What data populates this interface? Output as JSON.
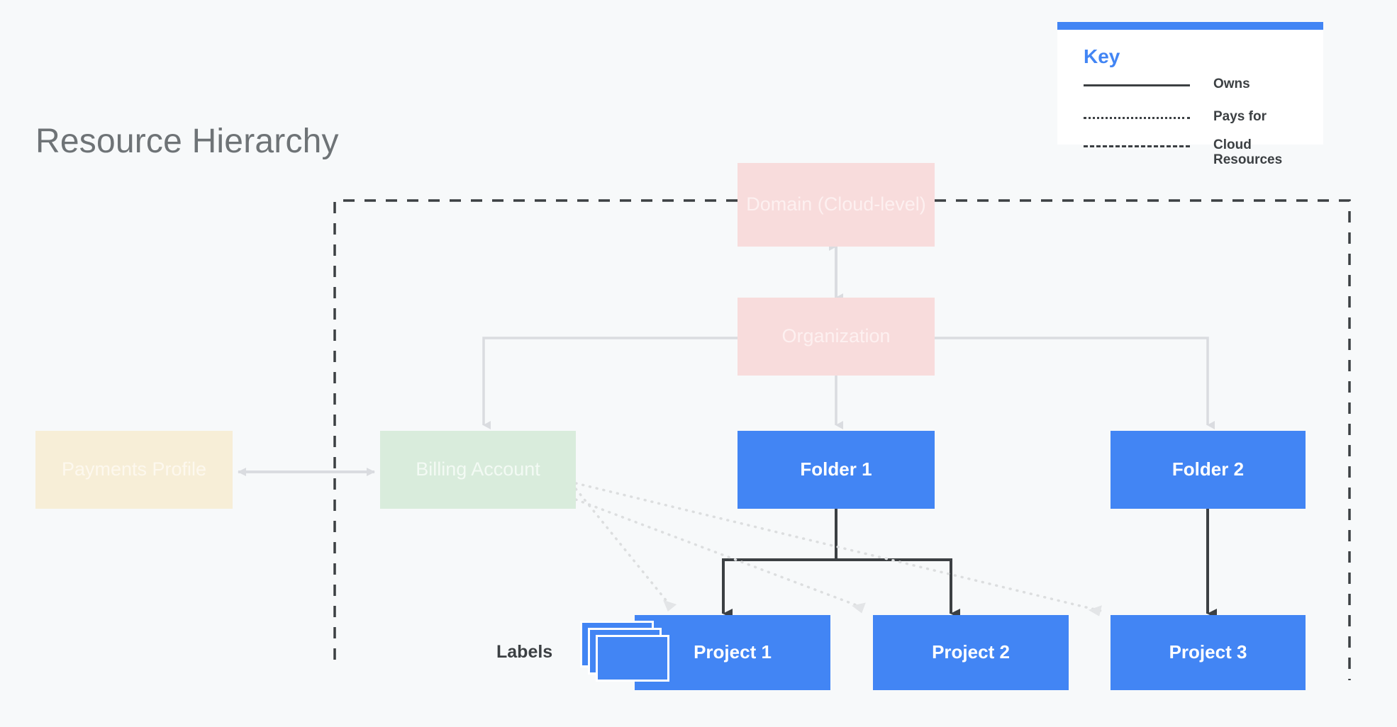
{
  "page": {
    "title": "Resource Hierarchy",
    "background_color": "#f7f9fa"
  },
  "colors": {
    "accent_blue": "#4285f4",
    "node_blue": "#4285f4",
    "node_pink": "#f8dcdc",
    "node_cream": "#f7eed7",
    "node_green": "#d9ecdc",
    "title_gray": "#6e7376",
    "edge_dark": "#3c4043",
    "edge_light": "#dadce0"
  },
  "key": {
    "title": "Key",
    "rows": [
      {
        "label": "Owns",
        "style": "solid"
      },
      {
        "label": "Pays for",
        "style": "dotted"
      },
      {
        "label": "Cloud\nResources",
        "style": "dashed"
      }
    ]
  },
  "nodes": {
    "domain": {
      "label": "Domain (Cloud-level)",
      "type": "pink"
    },
    "organization": {
      "label": "Organization",
      "type": "pink"
    },
    "payments_profile": {
      "label": "Payments Profile",
      "type": "cream"
    },
    "billing_account": {
      "label": "Billing Account",
      "type": "green"
    },
    "folder1": {
      "label": "Folder 1",
      "type": "blue"
    },
    "folder2": {
      "label": "Folder 2",
      "type": "blue"
    },
    "project1": {
      "label": "Project 1",
      "type": "blue"
    },
    "project2": {
      "label": "Project 2",
      "type": "blue"
    },
    "project3": {
      "label": "Project 3",
      "type": "blue"
    }
  },
  "labels_badge": {
    "text": "Labels",
    "icon": "stacked-cards-icon"
  },
  "edges": [
    {
      "from": "domain",
      "to": "organization",
      "style": "light-double-arrow"
    },
    {
      "from": "organization",
      "to": "billing_account",
      "style": "light-arrow"
    },
    {
      "from": "organization",
      "to": "folder1",
      "style": "light-arrow"
    },
    {
      "from": "organization",
      "to": "folder2",
      "style": "light-arrow"
    },
    {
      "from": "payments_profile",
      "to": "billing_account",
      "style": "light-double-arrow"
    },
    {
      "from": "folder1",
      "to": "project1",
      "style": "owns"
    },
    {
      "from": "folder1",
      "to": "project2",
      "style": "owns"
    },
    {
      "from": "folder2",
      "to": "project3",
      "style": "owns"
    },
    {
      "from": "billing_account",
      "to": "project1",
      "style": "pays-for"
    },
    {
      "from": "billing_account",
      "to": "project2",
      "style": "pays-for"
    },
    {
      "from": "billing_account",
      "to": "project3",
      "style": "pays-for"
    }
  ],
  "cloud_boundary": {
    "style": "dashed",
    "color": "#3c4043"
  }
}
